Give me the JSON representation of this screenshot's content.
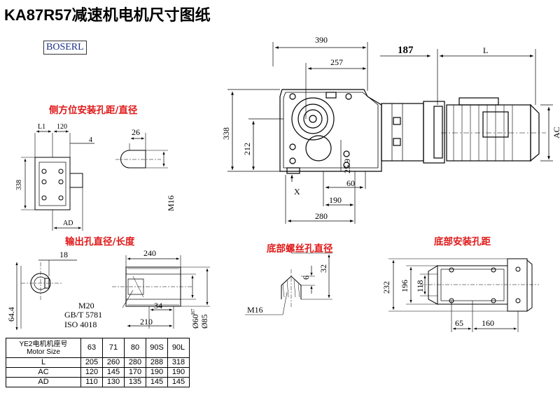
{
  "title": "KA87R57减速机电机尺寸图纸",
  "brand": "BOSERL",
  "sections": {
    "side_mount": "侧方位安装孔距/直径",
    "output_shaft": "输出孔直径/长度",
    "bottom_thread": "底部螺丝孔直径",
    "bottom_mount": "底部安装孔距"
  },
  "main_view": {
    "dims": {
      "d390": "390",
      "d257": "257",
      "d187": "187",
      "L": "L",
      "d338": "338",
      "d212": "212",
      "d25_9": "25.9",
      "d60": "60",
      "d190": "190",
      "d280": "280",
      "X": "X",
      "AC": "AC"
    }
  },
  "side_view": {
    "dims": {
      "L1": "L1",
      "d120": "120",
      "d26": "26",
      "d4": "4",
      "d338": "338",
      "M16": "M16",
      "AD": "AD"
    }
  },
  "output_view": {
    "dims": {
      "d18": "18",
      "d240": "240",
      "d64_4": "64.4",
      "M20": "M20",
      "std1": "GB/T 5781",
      "std2": "ISO 4018",
      "d34": "34",
      "d210": "210",
      "d60h7": "Ø60",
      "h7": "H7",
      "d85": "Ø85"
    }
  },
  "thread_view": {
    "dims": {
      "d32": "32",
      "d6": "6",
      "M16": "M16"
    }
  },
  "bottom_view": {
    "dims": {
      "d232": "232",
      "d196": "196",
      "d118": "118",
      "d65": "65",
      "d160": "160"
    }
  },
  "table": {
    "header_cn": "YE2电机机座号",
    "header_en": "Motor Size",
    "sizes": [
      "63",
      "71",
      "80",
      "90S",
      "90L"
    ],
    "rows": [
      {
        "label": "L",
        "values": [
          "205",
          "260",
          "280",
          "288",
          "318"
        ]
      },
      {
        "label": "AC",
        "values": [
          "120",
          "145",
          "170",
          "190",
          "190"
        ]
      },
      {
        "label": "AD",
        "values": [
          "110",
          "130",
          "135",
          "145",
          "145"
        ]
      }
    ]
  }
}
